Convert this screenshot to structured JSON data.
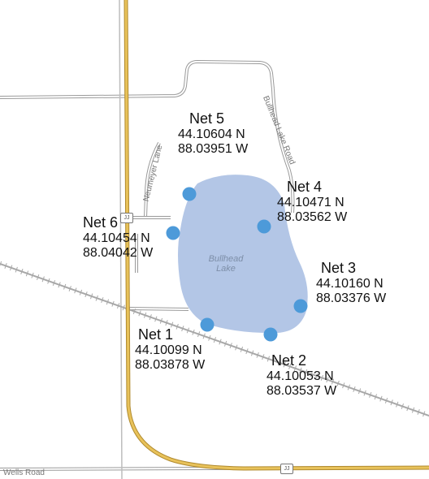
{
  "map": {
    "lake": {
      "name_line1": "Bullhead",
      "name_line2": "Lake"
    },
    "roads": {
      "neumeyer_lane": "Neumeyer Lane",
      "bullhead_lake_road": "Bullhead Lake Road",
      "wells_road": "Wells Road",
      "highway_shield": "JJ"
    },
    "nets": [
      {
        "title": "Net 1",
        "lat": "44.10099 N",
        "lon": "88.03878 W"
      },
      {
        "title": "Net 2",
        "lat": "44.10053 N",
        "lon": "88.03537 W"
      },
      {
        "title": "Net 3",
        "lat": "44.10160 N",
        "lon": "88.03376 W"
      },
      {
        "title": "Net 4",
        "lat": "44.10471 N",
        "lon": "88.03562 W"
      },
      {
        "title": "Net 5",
        "lat": "44.10604 N",
        "lon": "88.03951 W"
      },
      {
        "title": "Net 6",
        "lat": "44.10454 N",
        "lon": "88.04042 W"
      }
    ],
    "colors": {
      "lake_fill": "#b3c6e6",
      "net_marker": "#4d9ad9",
      "highway": "#e8c25a",
      "road_casing": "#9a9a9a",
      "railroad": "#a8a8a8"
    }
  }
}
